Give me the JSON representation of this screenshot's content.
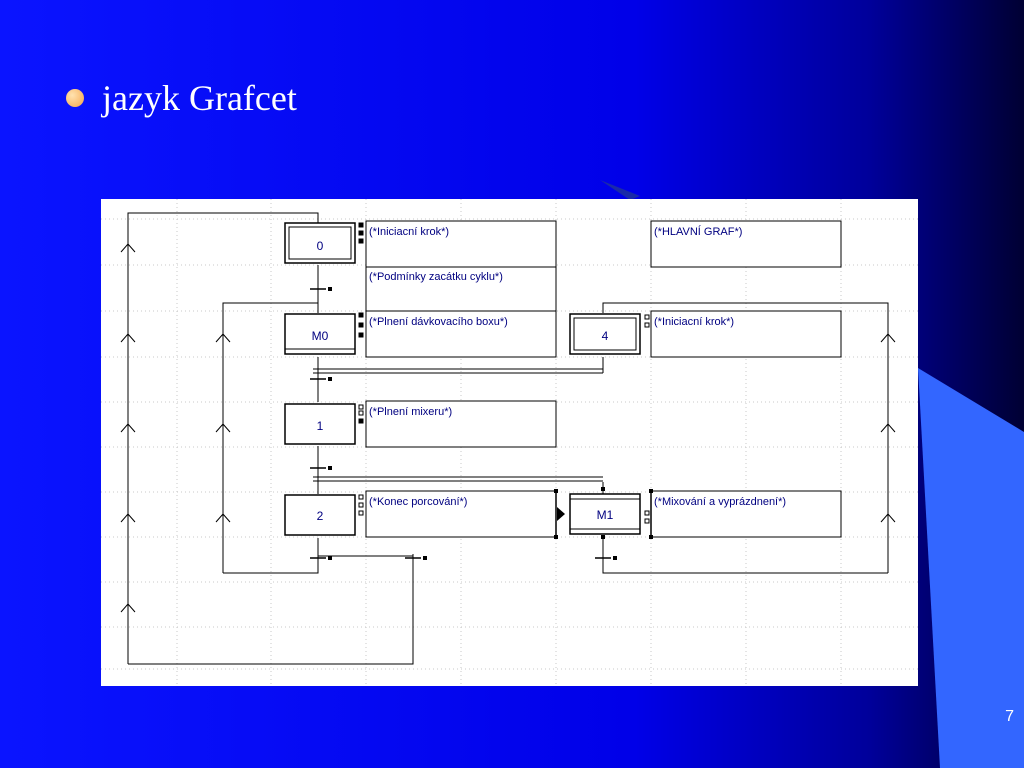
{
  "slide": {
    "bullet": "jazyk Grafcet",
    "page_number": "7",
    "colors": {
      "background_dark": "#000033",
      "background_blue": "#0000ff",
      "accent_wedge": "#3366ff",
      "bullet_dot": "#f4a64a",
      "diagram_line": "#000000",
      "label_text": "#000080"
    }
  },
  "grafcet": {
    "steps": [
      {
        "label": "0",
        "initial": true
      },
      {
        "label": "M0",
        "initial": false
      },
      {
        "label": "4",
        "initial": true
      },
      {
        "label": "1",
        "initial": false
      },
      {
        "label": "2",
        "initial": false
      },
      {
        "label": "M1",
        "initial": false,
        "macro": true
      }
    ],
    "comments": [
      {
        "text": "(*Iniciacní krok*)"
      },
      {
        "text": "(*HLAVNÍ GRAF*)"
      },
      {
        "text": "(*Podmínky zacátku cyklu*)"
      },
      {
        "text": "(*Plnení dávkovacího boxu*)"
      },
      {
        "text": "(*Iniciacní krok*)"
      },
      {
        "text": "(*Plnení mixeru*)"
      },
      {
        "text": "(*Konec porcování*)"
      },
      {
        "text": "(*Mixování a vyprázdnení*)"
      }
    ]
  }
}
